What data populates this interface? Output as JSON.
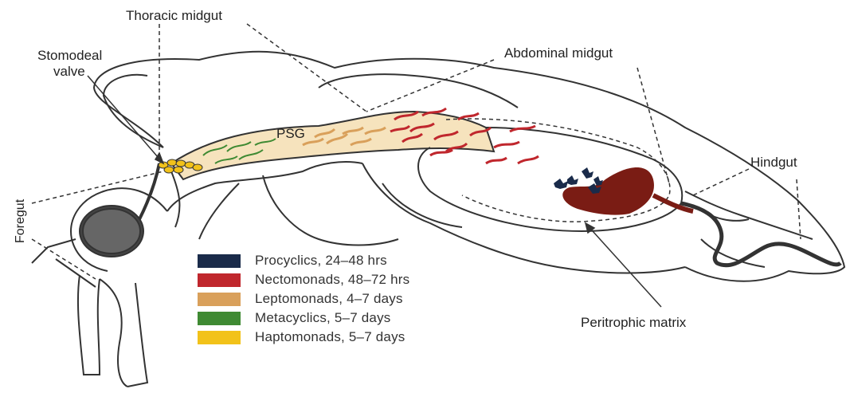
{
  "labels": {
    "thoracic_midgut": "Thoracic midgut",
    "abdominal_midgut": "Abdominal midgut",
    "stomodeal_valve_line1": "Stomodeal",
    "stomodeal_valve_line2": "valve",
    "hindgut": "Hindgut",
    "foregut": "Foregut",
    "psg": "PSG",
    "peritrophic_matrix": "Peritrophic matrix"
  },
  "legend": [
    {
      "label": "Procyclics, 24–48 hrs",
      "color": "#1a2b4a"
    },
    {
      "label": "Nectomonads, 48–72 hrs",
      "color": "#c0272d"
    },
    {
      "label": "Leptomonads, 4–7 days",
      "color": "#d9a05b"
    },
    {
      "label": "Metacyclics, 5–7 days",
      "color": "#3f8a33"
    },
    {
      "label": "Haptomonads, 5–7 days",
      "color": "#f2c21a"
    }
  ],
  "colors": {
    "outline": "#333333",
    "psg_fill": "#f6e3bd",
    "hindgut_blob": "#7a1c14"
  }
}
